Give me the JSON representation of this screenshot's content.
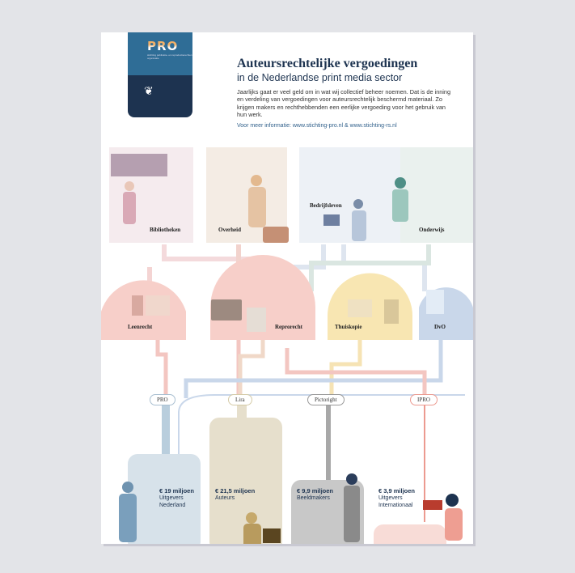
{
  "logo": {
    "name": "PRO",
    "tagline": "stichting publicatie- en reproductierechten organisatie"
  },
  "header": {
    "title": "Auteursrechtelijke vergoedingen",
    "subtitle": "in de Nederlandse print media sector",
    "intro": "Jaarlijks gaat er veel geld om in wat wij collectief beheer noemen. Dat is de inning en verdeling van vergoedingen voor auteursrechtelijk beschermd materiaal. Zo krijgen makers en rechthebbenden een eerlijke vergoeding voor het gebruik van hun werk.",
    "link": "Voor meer informatie: www.stichting-pro.nl & www.stichting-rs.nl"
  },
  "users": [
    {
      "label": "Bibliotheken"
    },
    {
      "label": "Overheid"
    },
    {
      "label": "Bedrijfsleven"
    },
    {
      "label": "Onderwijs"
    }
  ],
  "rights": [
    {
      "label": "Leenrecht"
    },
    {
      "label": "Reprorecht"
    },
    {
      "label": "Thuiskopie"
    },
    {
      "label": "DvO"
    }
  ],
  "organisations": [
    {
      "label": "PRO"
    },
    {
      "label": "Lira"
    },
    {
      "label": "Pictoright"
    },
    {
      "label": "IPRO"
    }
  ],
  "payouts": [
    {
      "amount": "€ 19 miljoen",
      "recipient": "Uitgevers Nederland"
    },
    {
      "amount": "€ 21,5 miljoen",
      "recipient": "Auteurs"
    },
    {
      "amount": "€ 9,9 miljoen",
      "recipient": "Beeldmakers"
    },
    {
      "amount": "€ 3,9 miljoen",
      "recipient": "Uitgevers Internationaal"
    }
  ],
  "colors": {
    "pro": "#b9cedd",
    "lira": "#e6dfcc",
    "pictoright": "#a8a8a8",
    "ipro": "#ec9a90",
    "navy": "#1d3350"
  }
}
